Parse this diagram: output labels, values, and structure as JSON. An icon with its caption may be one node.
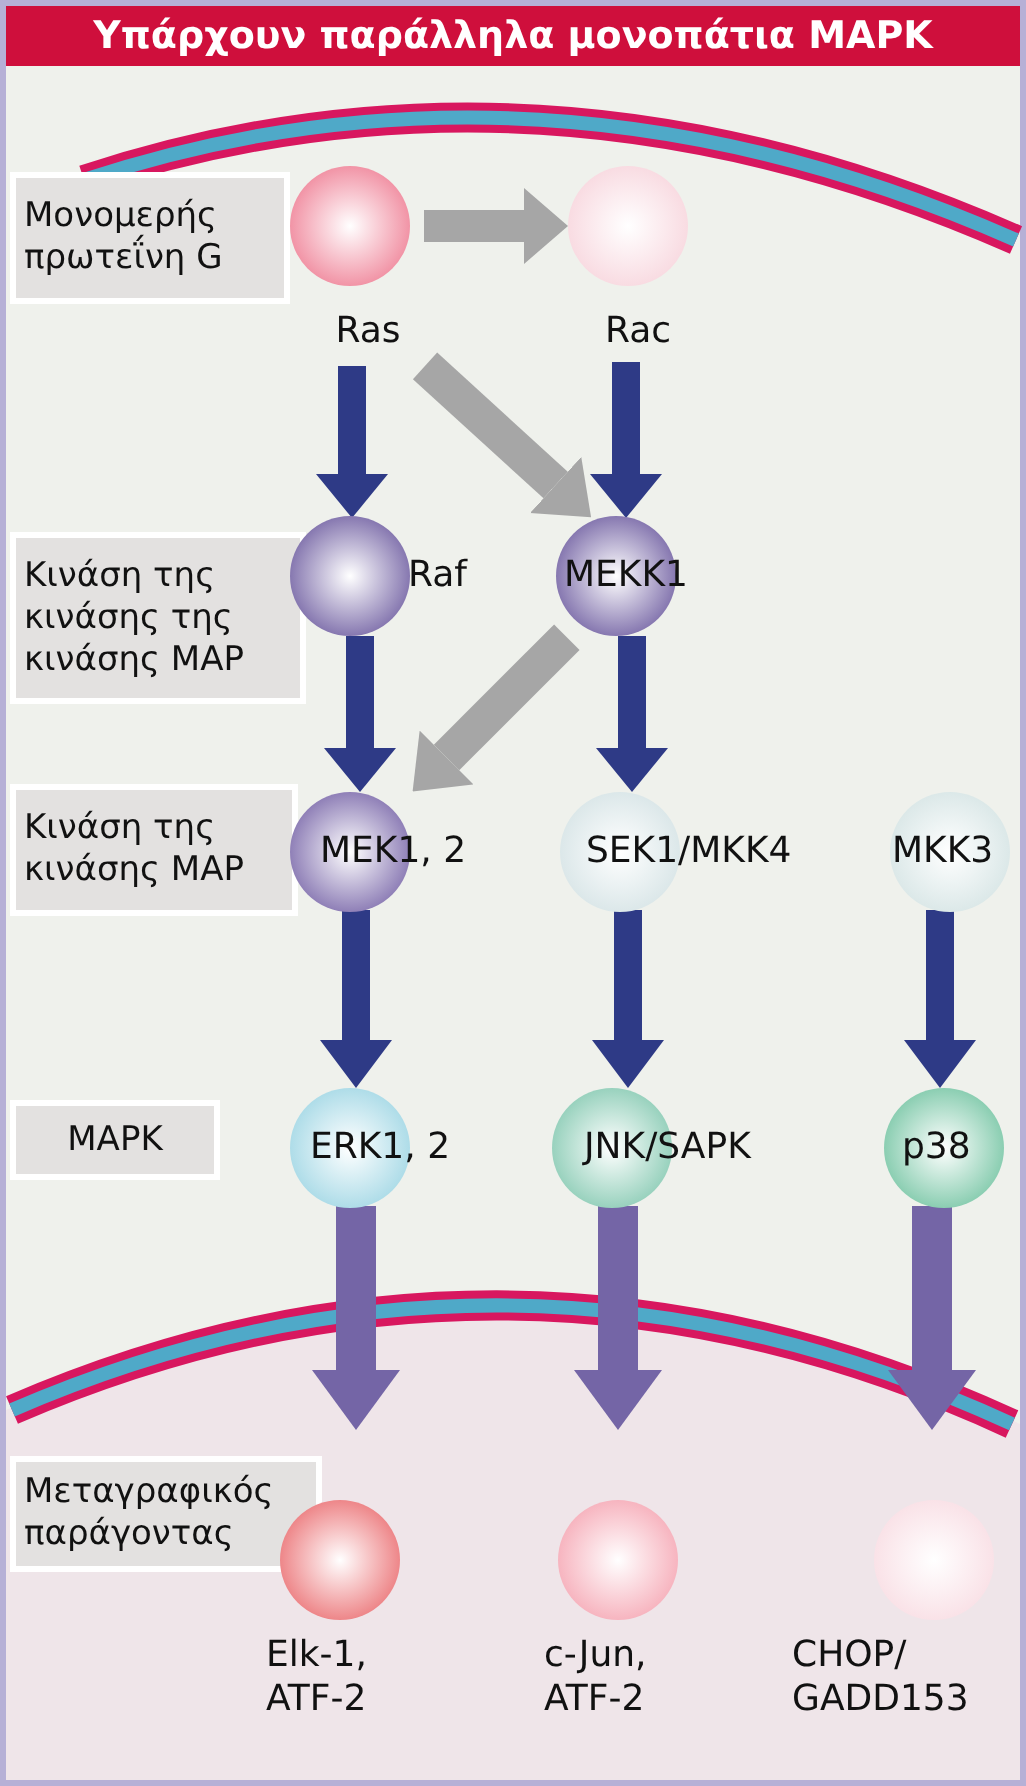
{
  "diagram": {
    "title": "Υπάρχουν παράλληλα μονοπάτια MAPK",
    "nodes": [
      {
        "text": [
          "Μονομερής πρωτεΐνη G"
        ]
      },
      {
        "text": [],
        "shape": "circle",
        "beside": [
          "Ras"
        ]
      },
      {
        "text": [],
        "shape": "circle",
        "beside": [
          "Rac"
        ]
      },
      {
        "text": [
          "Κινάση της κινάσης της κινάσης MAP"
        ]
      },
      {
        "text": [],
        "shape": "circle",
        "beside": [
          "Raf"
        ]
      },
      {
        "text": [
          "MEKK1"
        ]
      },
      {
        "text": [
          "Κινάση της κινάσης MAP"
        ]
      },
      {
        "text": [
          "MEK1, 2"
        ]
      },
      {
        "text": [
          "SEK1/MKK4"
        ]
      },
      {
        "text": [
          "MKK3"
        ]
      },
      {
        "text": [
          "MAPK"
        ]
      },
      {
        "text": [
          "ERK1, 2"
        ]
      },
      {
        "text": [
          "JNK/SAPK"
        ]
      },
      {
        "text": [
          "p38"
        ]
      },
      {
        "text": [
          "Μεταγραφικός παράγοντας"
        ]
      },
      {
        "text": [],
        "shape": "circle",
        "beside": [
          "Elk-1, ATF-2"
        ]
      },
      {
        "text": [],
        "shape": "circle",
        "beside": [
          "c-Jun, ATF-2"
        ]
      },
      {
        "text": [],
        "shape": "circle",
        "beside": [
          "CHOP/ GADD153"
        ]
      }
    ],
    "edges": [
      {
        "from": 1,
        "to": 2,
        "arrow": "to",
        "color": "#a6a6a6"
      },
      {
        "from": 1,
        "to": 4,
        "arrow": "to"
      },
      {
        "from": 1,
        "to": 5,
        "arrow": "to",
        "color": "#a6a6a6"
      },
      {
        "from": 2,
        "to": 5,
        "arrow": "to"
      },
      {
        "from": 4,
        "to": 7,
        "arrow": "to"
      },
      {
        "from": 5,
        "to": 7,
        "arrow": "to",
        "color": "#a6a6a6"
      },
      {
        "from": 5,
        "to": 8,
        "arrow": "to"
      },
      {
        "from": 7,
        "to": 11,
        "arrow": "to"
      },
      {
        "from": 8,
        "to": 12,
        "arrow": "to"
      },
      {
        "from": 9,
        "to": 13,
        "arrow": "to"
      },
      {
        "from": 11,
        "to": 15,
        "arrow": "to",
        "color": "#7465a6"
      },
      {
        "from": 12,
        "to": 16,
        "arrow": "to",
        "color": "#7465a6"
      },
      {
        "from": 13,
        "to": 17,
        "arrow": "to",
        "color": "#7465a6"
      }
    ]
  }
}
